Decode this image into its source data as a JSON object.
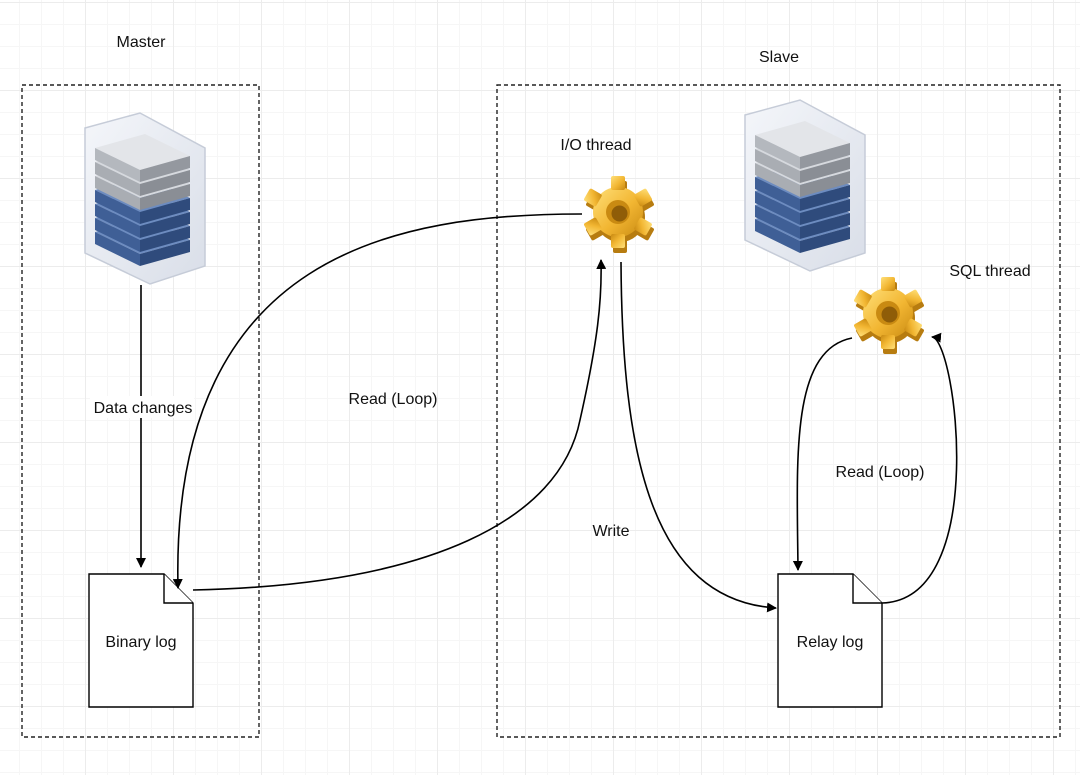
{
  "master": {
    "label": "Master",
    "data_changes_label": "Data changes",
    "binary_log_label": "Binary log"
  },
  "slave": {
    "label": "Slave",
    "io_thread_label": "I/O thread",
    "sql_thread_label": "SQL thread",
    "relay_log_label": "Relay log"
  },
  "edges": {
    "io_read_label": "Read (Loop)",
    "write_label": "Write",
    "sql_read_label": "Read (Loop)"
  },
  "colors": {
    "server_blue": "#4f6fa6",
    "server_gray": "#a9adb3",
    "gear_gold": "#f2b632",
    "grid": "#ececec"
  }
}
